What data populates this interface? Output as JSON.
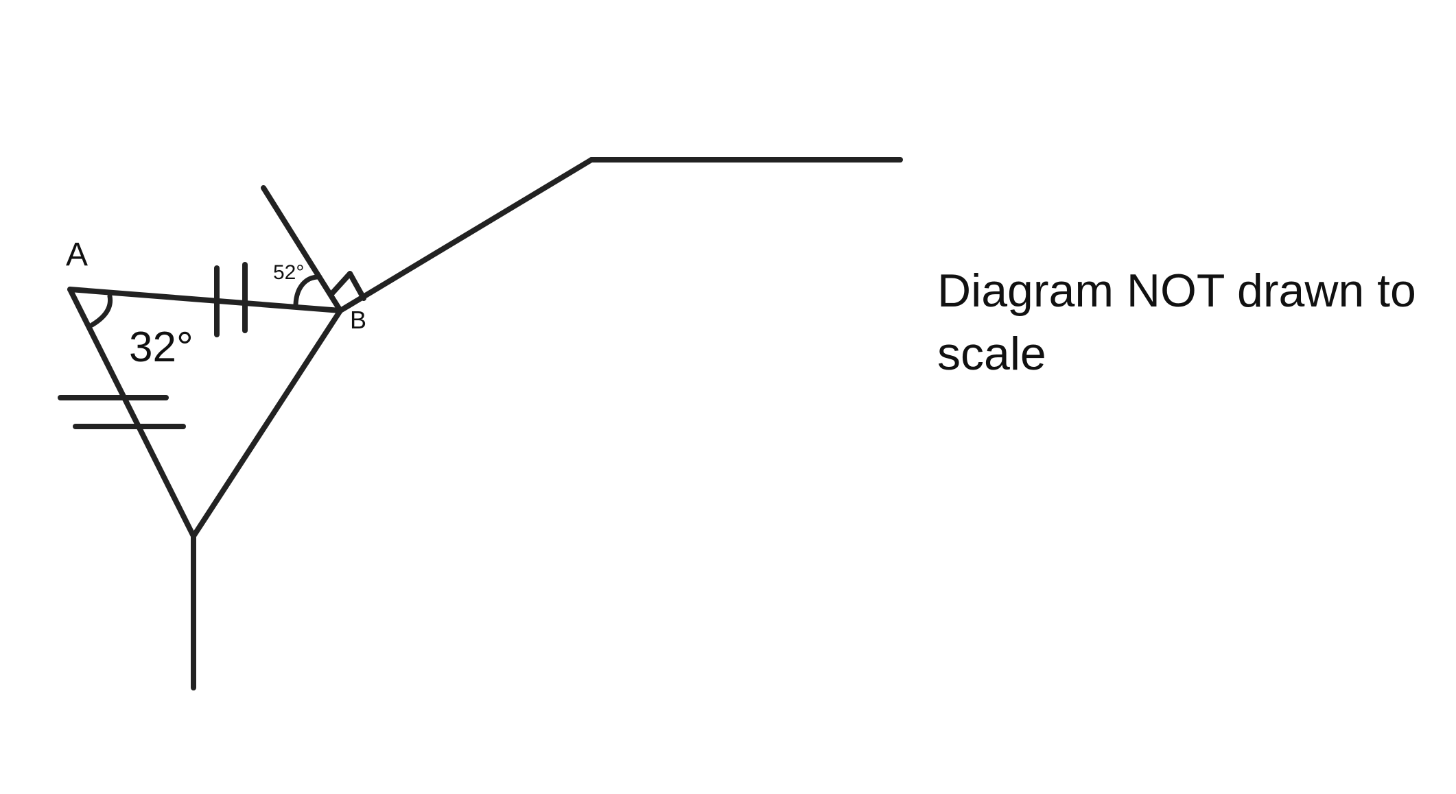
{
  "labels": {
    "point_a": "A",
    "point_b": "B",
    "angle_at_a": "32°",
    "angle_at_b": "52°"
  },
  "note": {
    "line1": "Diagram NOT drawn to",
    "line2": "scale"
  },
  "colors": {
    "stroke": "#222222",
    "background": "#ffffff"
  }
}
